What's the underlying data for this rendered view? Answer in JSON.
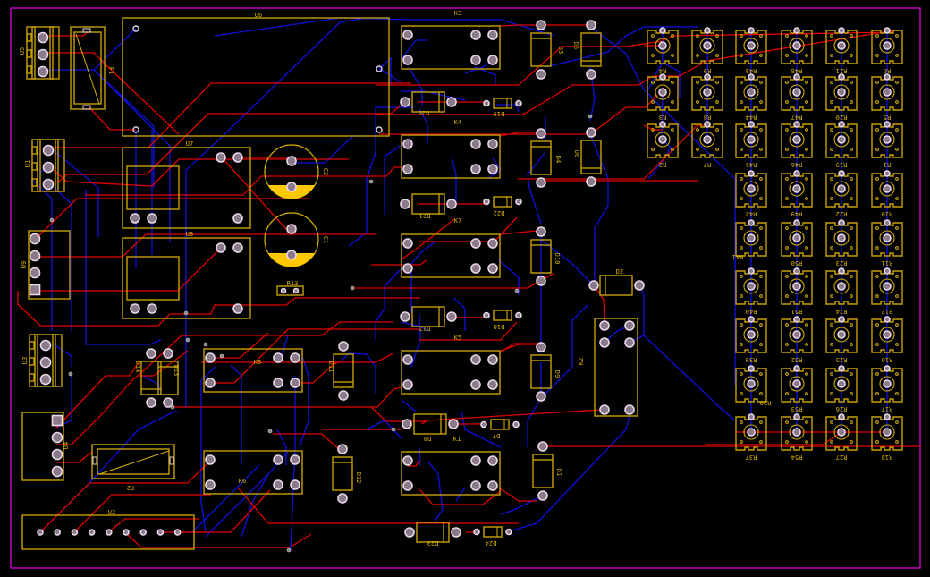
{
  "app": {
    "view": "PCB layout",
    "board_edge_color": "#c000c0",
    "silkscreen_color": "#d8b100",
    "top_copper_color": "#e00000",
    "bottom_copper_color": "#1010e0",
    "pad_color": "#e0d0e6"
  },
  "components": {
    "connectors": [
      {
        "ref": "U5",
        "pins": 3
      },
      {
        "ref": "U1",
        "pins": 3
      },
      {
        "ref": "U3",
        "pins": 3
      },
      {
        "ref": "U9",
        "pins": 4
      },
      {
        "ref": "U4",
        "pins": 4
      },
      {
        "ref": "U2",
        "pins": 9
      }
    ],
    "modules": [
      {
        "ref": "U6"
      },
      {
        "ref": "U7"
      },
      {
        "ref": "U8"
      }
    ],
    "fuses": [
      {
        "ref": "F1"
      },
      {
        "ref": "F2"
      }
    ],
    "capacitors": [
      {
        "ref": "C2",
        "polarity": "+"
      },
      {
        "ref": "C1",
        "polarity": "+"
      }
    ],
    "resistor_small": [
      {
        "ref": "R13"
      }
    ],
    "relays": [
      {
        "ref": "K3"
      },
      {
        "ref": "K4"
      },
      {
        "ref": "K7"
      },
      {
        "ref": "K5"
      },
      {
        "ref": "K1"
      },
      {
        "ref": "K8"
      },
      {
        "ref": "K6"
      },
      {
        "ref": "K2"
      }
    ],
    "diodes_large": [
      {
        "ref": "D3"
      },
      {
        "ref": "D5"
      },
      {
        "ref": "D4"
      },
      {
        "ref": "D6"
      },
      {
        "ref": "D10"
      },
      {
        "ref": "D9"
      },
      {
        "ref": "D1"
      },
      {
        "ref": "D11"
      },
      {
        "ref": "D12"
      },
      {
        "ref": "D2"
      },
      {
        "ref": "D20"
      },
      {
        "ref": "D21"
      },
      {
        "ref": "D17"
      },
      {
        "ref": "D8"
      },
      {
        "ref": "D23"
      },
      {
        "ref": "D14"
      },
      {
        "ref": "D13"
      }
    ],
    "diodes_small": [
      {
        "ref": "D19"
      },
      {
        "ref": "D22"
      },
      {
        "ref": "D18"
      },
      {
        "ref": "D7"
      },
      {
        "ref": "D24"
      }
    ],
    "potentiometer_grid": {
      "rows": [
        [
          "R4",
          "R9",
          "R43",
          "R48",
          "R21",
          "R6"
        ],
        [
          "R3",
          "R8",
          "R44",
          "R47",
          "R20",
          "R5"
        ],
        [
          "R2",
          "R7",
          "R45",
          "R46",
          "R19",
          "R1"
        ],
        [
          "",
          "",
          "R42",
          "R49",
          "R22",
          "R10"
        ],
        [
          "",
          "",
          "R41",
          "R50",
          "R23",
          "R11"
        ],
        [
          "",
          "",
          "R40",
          "R51",
          "R24",
          "R12"
        ],
        [
          "",
          "",
          "R39",
          "R52",
          "R25",
          "R16"
        ],
        [
          "",
          "",
          "R38",
          "R53",
          "R26",
          "R17"
        ],
        [
          "",
          "",
          "R37",
          "R54",
          "R27",
          "R18"
        ]
      ]
    }
  }
}
